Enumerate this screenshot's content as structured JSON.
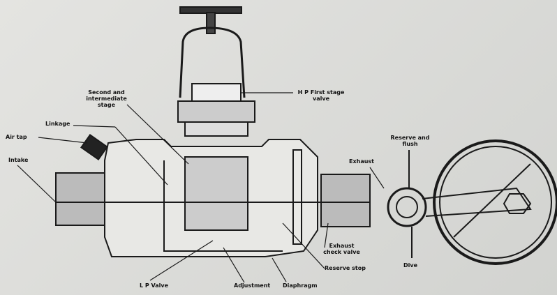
{
  "labels": {
    "second_stage": "Second and intermediate stage",
    "hp_valve": "H P First stage valve",
    "linkage": "Linkage",
    "air_tap": "Air tap",
    "intake": "Intake",
    "exhaust": "Exhaust",
    "reserve_flush": "Reserve and flush",
    "exhaust_check": "Exhaust check valve",
    "reserve_stop": "Reserve stop",
    "dive": "Dive",
    "lp_valve": "L P Valve",
    "adjustment": "Adjustment",
    "diaphragm": "Diaphragm"
  }
}
